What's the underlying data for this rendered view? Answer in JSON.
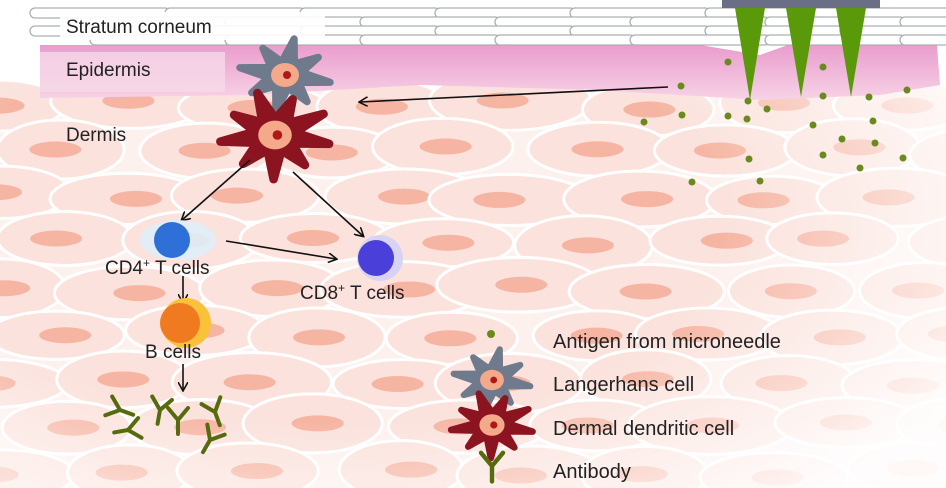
{
  "layers": {
    "stratum_corneum": "Stratum corneum",
    "epidermis": "Epidermis",
    "dermis": "Dermis"
  },
  "cells": {
    "cd4": "CD4",
    "cd4_sup": "+",
    "cd4_suffix": " T cells",
    "cd8": "CD8",
    "cd8_sup": "+",
    "cd8_suffix": " T cells",
    "b_cells": "B cells"
  },
  "legend": [
    {
      "icon": "antigen-dot",
      "label": "Antigen from microneedle"
    },
    {
      "icon": "langerhans-cell",
      "label": "Langerhans cell"
    },
    {
      "icon": "dermal-dendritic-cell",
      "label": "Dermal dendritic cell"
    },
    {
      "icon": "antibody",
      "label": "Antibody"
    }
  ],
  "colors": {
    "epidermis": "#e27fbf",
    "needle": "#5a9a0a",
    "antigen": "#6b8a1e",
    "langerhans": "#6f7a8c",
    "dendritic": "#8b1420",
    "cd4": "#2f6fd8",
    "cd8": "#4a3fd8",
    "b_cell": "#f07a20",
    "antibody": "#556b0e"
  }
}
